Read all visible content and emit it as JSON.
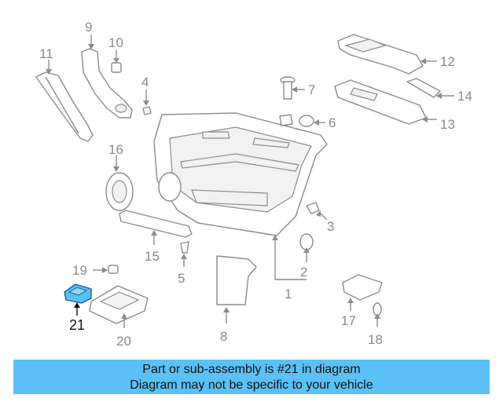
{
  "callouts": {
    "c1": "1",
    "c2": "2",
    "c3": "3",
    "c4": "4",
    "c5": "5",
    "c6": "6",
    "c7": "7",
    "c8": "8",
    "c9": "9",
    "c10": "10",
    "c11": "11",
    "c12": "12",
    "c13": "13",
    "c14": "14",
    "c15": "15",
    "c16": "16",
    "c17": "17",
    "c18": "18",
    "c19": "19",
    "c20": "20",
    "c21": "21"
  },
  "highlighted_part": "21",
  "colors": {
    "highlight": "#5bc0f5",
    "line": "#8c8c8c",
    "banner": "#5bc0f5"
  },
  "banner": {
    "line1": "Part or sub-assembly is #21 in diagram",
    "line2": "Diagram may not be specific to your vehicle"
  }
}
